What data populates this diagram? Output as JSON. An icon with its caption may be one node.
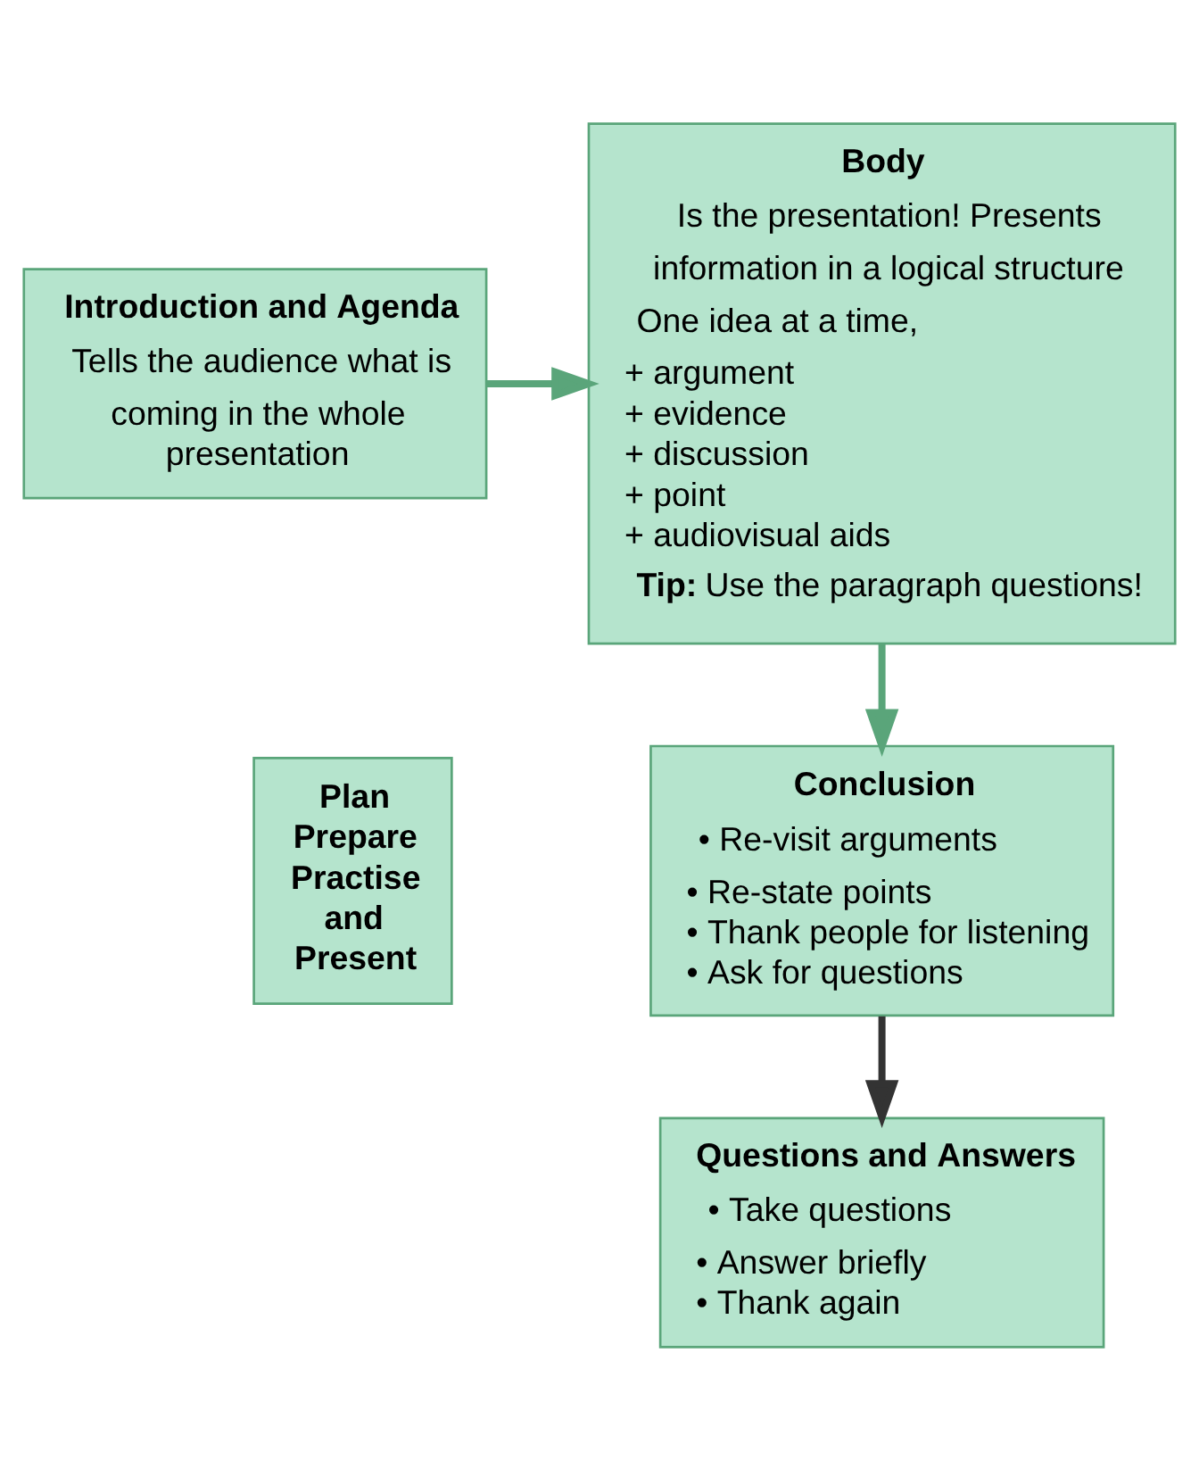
{
  "diagram": {
    "nodes": [
      {
        "text": [
          "Body",
          "Is the presentation! Presents information in a logical structure",
          "One idea at a time,",
          "+ argument",
          "+ evidence",
          "+ discussion",
          "+ point",
          "+ audiovisual aids",
          "**Tip:** Use the paragraph questions!"
        ]
      },
      {
        "text": [
          "Introduction and Agenda",
          "Tells the audience what is coming in the whole presentation"
        ]
      },
      {
        "text": [
          "Plan Prepare Practise and Present"
        ]
      },
      {
        "text": [
          "Conclusion",
          "• Re-visit arguments",
          "• Re-state points",
          "• Thank people for listening",
          "• Ask for questions"
        ]
      },
      {
        "text": [
          "Questions and Answers",
          "• Take questions",
          "• Answer briefly",
          "• Thank again"
        ]
      }
    ],
    "edges": [
      {
        "from": 1,
        "to": 0,
        "arrow": "to"
      },
      {
        "from": 0,
        "to": 3,
        "arrow": "to"
      },
      {
        "from": 3,
        "to": 4,
        "arrow": "to",
        "color": "#333333"
      }
    ]
  }
}
